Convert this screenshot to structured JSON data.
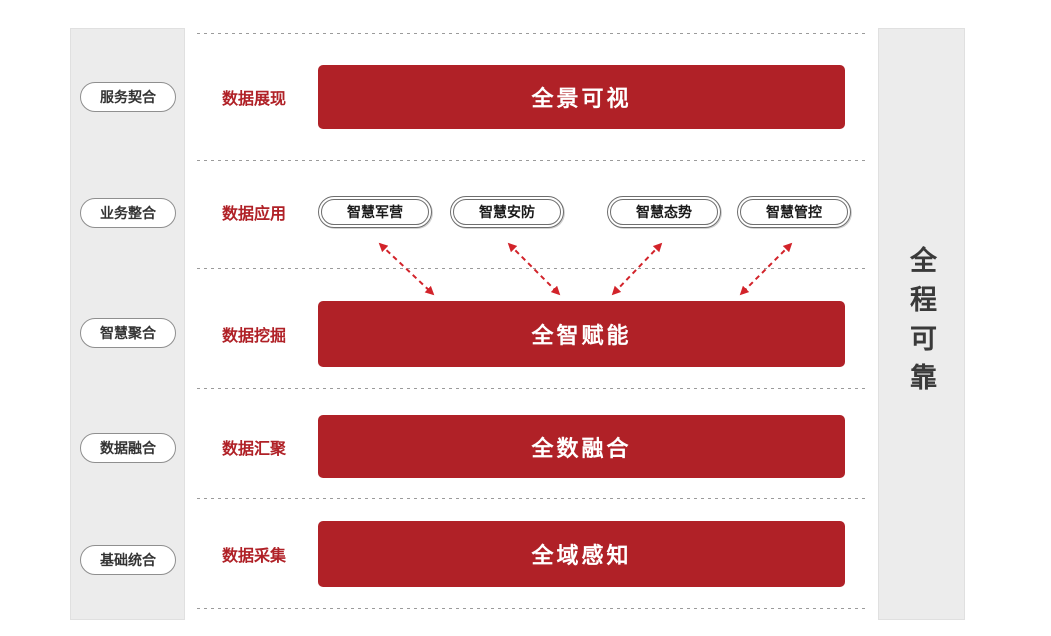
{
  "left_sidebar": {
    "items": [
      "服务契合",
      "业务整合",
      "智慧聚合",
      "数据融合",
      "基础统合"
    ]
  },
  "right_sidebar": {
    "label": "全程可靠"
  },
  "layers": [
    {
      "label": "数据展现",
      "bar": "全景可视"
    },
    {
      "label": "数据应用",
      "apps": [
        "智慧军营",
        "智慧安防",
        "智慧态势",
        "智慧管控"
      ]
    },
    {
      "label": "数据挖掘",
      "bar": "全智赋能"
    },
    {
      "label": "数据汇聚",
      "bar": "全数融合"
    },
    {
      "label": "数据采集",
      "bar": "全域感知"
    }
  ],
  "colors": {
    "accent_red": "#b02127",
    "arrow_red": "#d2232a",
    "sidebar_gray": "#ececec"
  }
}
